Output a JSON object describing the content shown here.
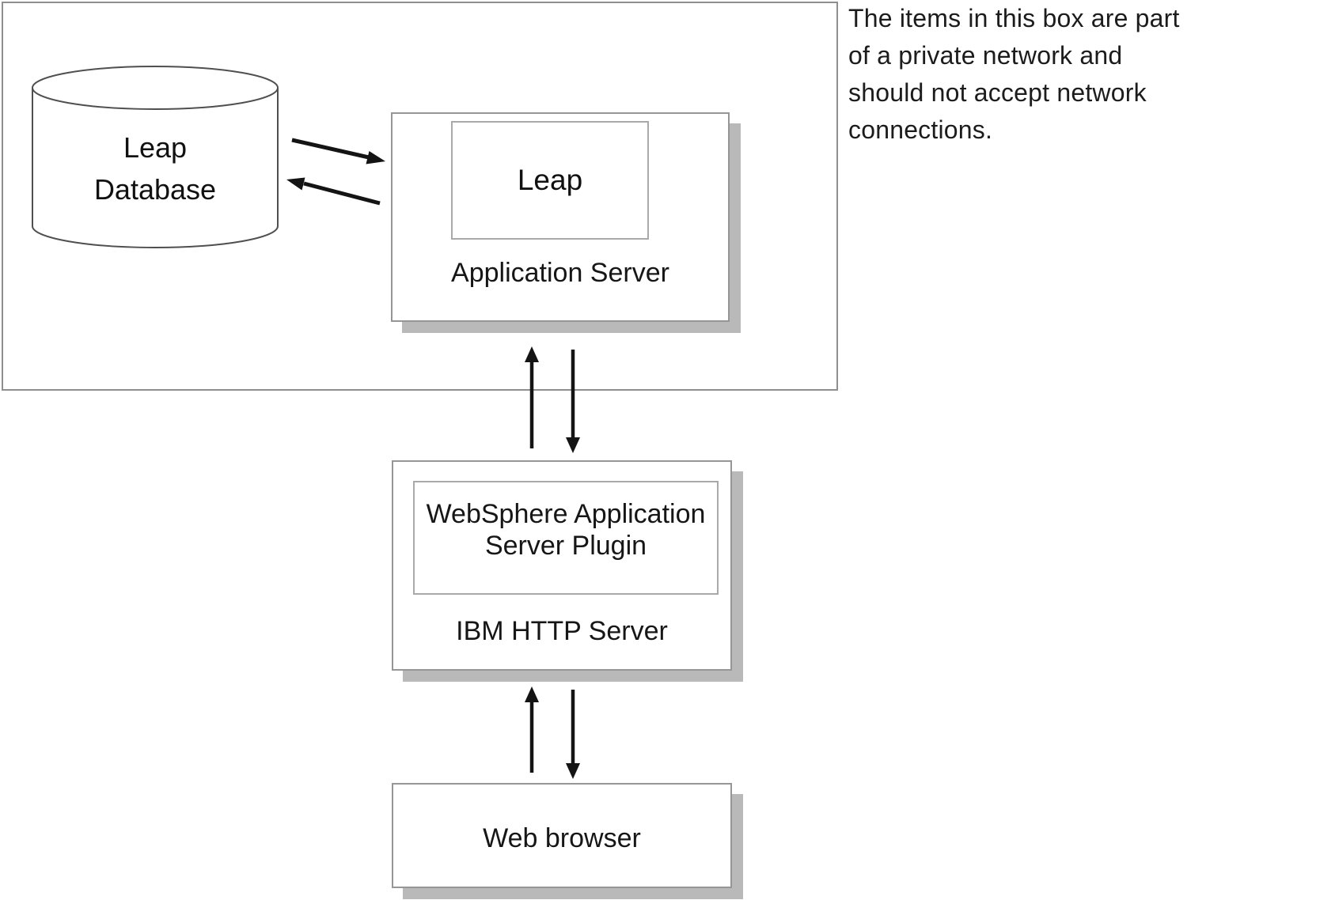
{
  "annotation": {
    "lines": [
      "The items in this box are part",
      "of a private network and",
      "should not accept network",
      "connections."
    ]
  },
  "nodes": {
    "leap_database": {
      "lines": [
        "Leap",
        "Database"
      ]
    },
    "application_server": {
      "label": "Application Server",
      "app_label": "Leap"
    },
    "ibm_http_server": {
      "label": "IBM HTTP Server",
      "plugin_lines": [
        "WebSphere Application",
        "Server Plugin"
      ]
    },
    "web_browser": {
      "label": "Web browser"
    }
  },
  "colors": {
    "background": "#ffffff",
    "box_border": "#969696",
    "private_box_border": "#8f8f8f",
    "inner_box_border": "#a9a9a9",
    "shadow": "#b9b9b9",
    "cylinder_outline": "#4f4f4f",
    "arrow": "#141414",
    "text": "#1a1a1a"
  }
}
